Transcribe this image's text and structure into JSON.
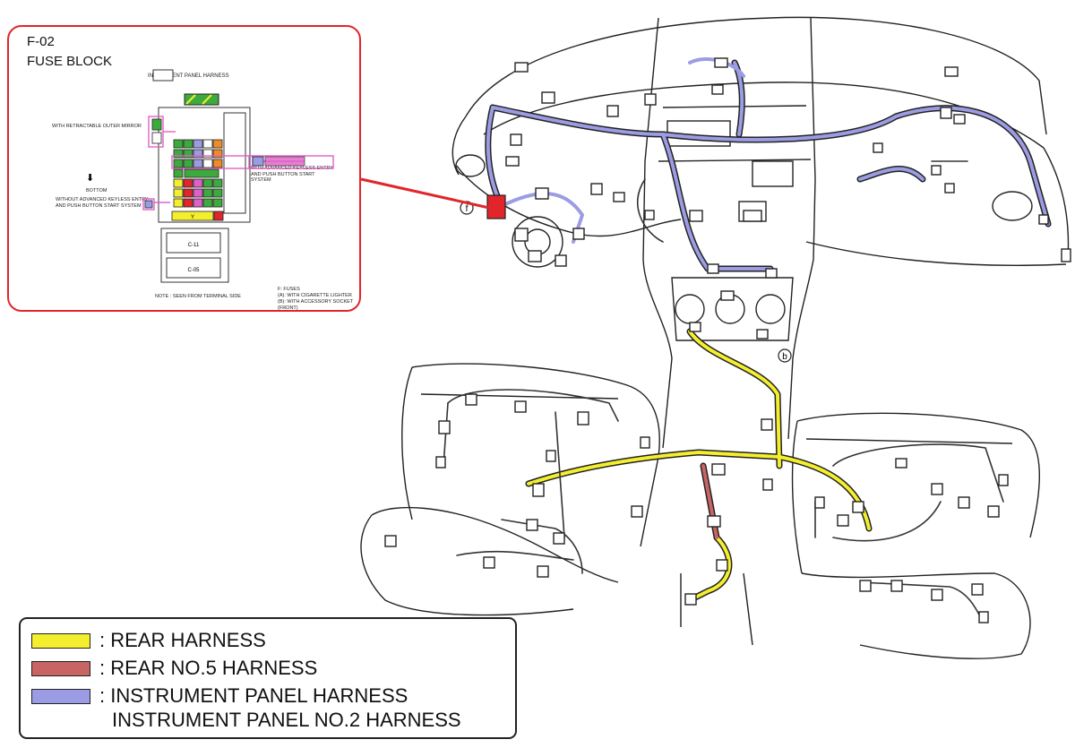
{
  "inset": {
    "code": "F-02",
    "title": "FUSE BLOCK",
    "harness_label": "INSTRUMENT PANEL HARNESS",
    "note_mirror": "WITH RETRACTABLE OUTER MIRROR",
    "note_keyless_with": "WITH ADVANCED KEYLESS ENTRY AND PUSH BUTTON START SYSTEM",
    "note_bottom": "BOTTOM",
    "note_keyless_without": "WITHOUT ADVANCED KEYLESS ENTRY AND PUSH BUTTON START SYSTEM",
    "relay_top": "C-11",
    "relay_bottom": "C-05",
    "footer_note": "NOTE : SEEN FROM TERMINAL SIDE",
    "key_1": "F: FUSES",
    "key_2": "(A): WITH CIGARETTE LIGHTER",
    "key_3": "(B): WITH ACCESSORY SOCKET (FRONT)",
    "fuse_bar_label": "Y"
  },
  "callouts": {
    "f": "f",
    "b": "b"
  },
  "legend": {
    "items": [
      {
        "label": ": REAR HARNESS",
        "color": "#f4ef2e"
      },
      {
        "label": ": REAR NO.5 HARNESS",
        "color": "#c86464"
      },
      {
        "label": ": INSTRUMENT PANEL HARNESS",
        "color": "#9c9ce4"
      }
    ],
    "continuation": "INSTRUMENT PANEL NO.2 HARNESS"
  },
  "colors": {
    "yellow": "#f4ef2e",
    "red": "#c86464",
    "blue": "#9c9ce4",
    "callout_line": "#e0262b",
    "fuse_red": "#e0262b",
    "fuse_green": "#3daa3d",
    "fuse_pink": "#e060c8",
    "fuse_orange": "#f08c28"
  }
}
